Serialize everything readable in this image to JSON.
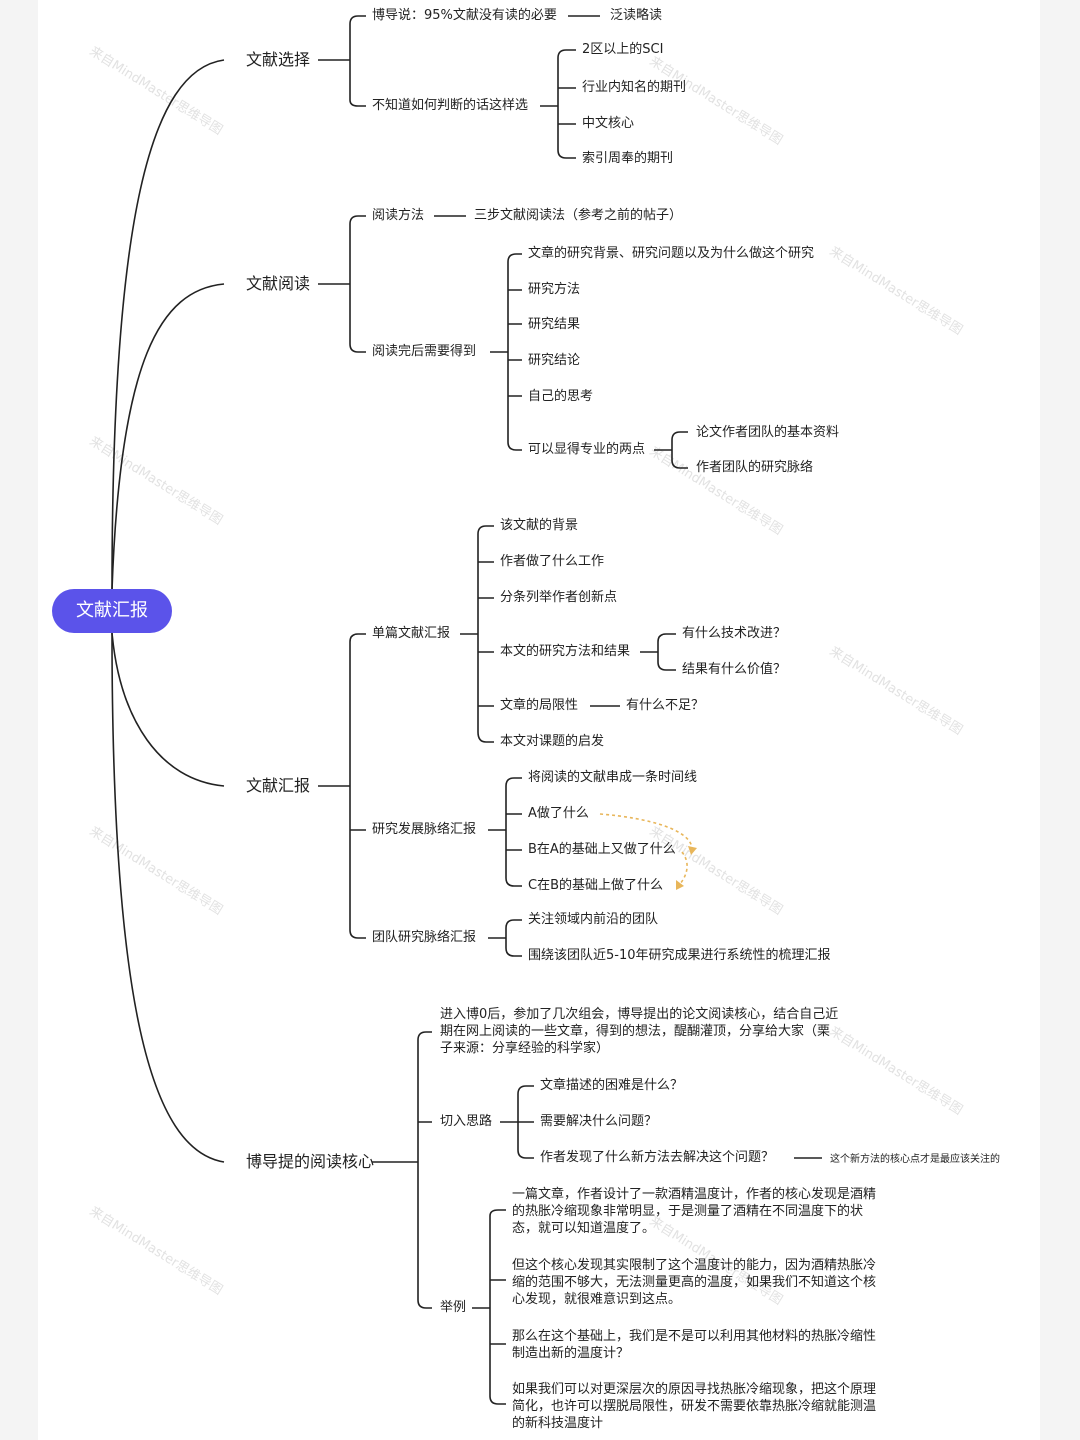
{
  "root": "文献汇报",
  "branches": {
    "selection": {
      "label": "文献选择",
      "n1": "博导说：95%文献没有读的必要",
      "n1_child": "泛读略读",
      "n2": "不知道如何判断的话这样选",
      "n2_children": [
        "2区以上的SCI",
        "行业内知名的期刊",
        "中文核心",
        "索引周奉的期刊"
      ]
    },
    "reading": {
      "label": "文献阅读",
      "n1": "阅读方法",
      "n1_child": "三步文献阅读法（参考之前的帖子）",
      "n2": "阅读完后需要得到",
      "n2_children": [
        "文章的研究背景、研究问题以及为什么做这个研究",
        "研究方法",
        "研究结果",
        "研究结论",
        "自己的思考"
      ],
      "n2_plus": "可以显得专业的两点",
      "n2_plus_children": [
        "论文作者团队的基本资料",
        "作者团队的研究脉络"
      ]
    },
    "report": {
      "label": "文献汇报",
      "single": "单篇文献汇报",
      "single_children": [
        "该文献的背景",
        "作者做了什么工作",
        "分条列举作者创新点"
      ],
      "method": "本文的研究方法和结果",
      "method_children": [
        "有什么技术改进？",
        "结果有什么价值？"
      ],
      "limit": "文章的局限性",
      "limit_child": "有什么不足？",
      "inspire": "本文对课题的启发",
      "dev": "研究发展脉络汇报",
      "dev_children": [
        "将阅读的文献串成一条时间线",
        "A做了什么",
        "B在A的基础上又做了什么",
        "C在B的基础上做了什么"
      ],
      "team": "团队研究脉络汇报",
      "team_children": [
        "关注领域内前沿的团队",
        "围绕该团队近5-10年研究成果进行系统性的梳理汇报"
      ]
    },
    "core": {
      "label": "博导提的阅读核心",
      "intro": "进入博0后，参加了几次组会，博导提出的论文阅读核心，结合自己近期在网上阅读的一些文章，得到的想法，醍醐灌顶，分享给大家（栗子来源：分享经验的科学家）",
      "cut": "切入思路",
      "cut_children": [
        "文章描述的困难是什么？",
        "需要解决什么问题？",
        "作者发现了什么新方法去解决这个问题？"
      ],
      "cut_note": "这个新方法的核心点才是最应该关注的",
      "example": "举例",
      "example_paras": [
        "一篇文章，作者设计了一款酒精温度计，作者的核心发现是酒精的热胀冷缩现象非常明显，于是测量了酒精在不同温度下的状态，就可以知道温度了。",
        "但这个核心发现其实限制了这个温度计的能力，因为酒精热胀冷缩的范围不够大，无法测量更高的温度，如果我们不知道这个核心发现，就很难意识到这点。",
        "那么在这个基础上，我们是不是可以利用其他材料的热胀冷缩性制造出新的温度计？",
        "如果我们可以对更深层次的原因寻找热胀冷缩现象，把这个原理简化，也许可以摆脱局限性，研发不需要依靠热胀冷缩就能测温的新科技温度计"
      ]
    }
  },
  "watermark": "来自MindMaster思维导图",
  "colors": {
    "root_fill": "#5b53ea",
    "root_text": "#ffffff",
    "line": "#222222",
    "dash_arrow": "#e8b65a",
    "background": "#ffffff"
  }
}
